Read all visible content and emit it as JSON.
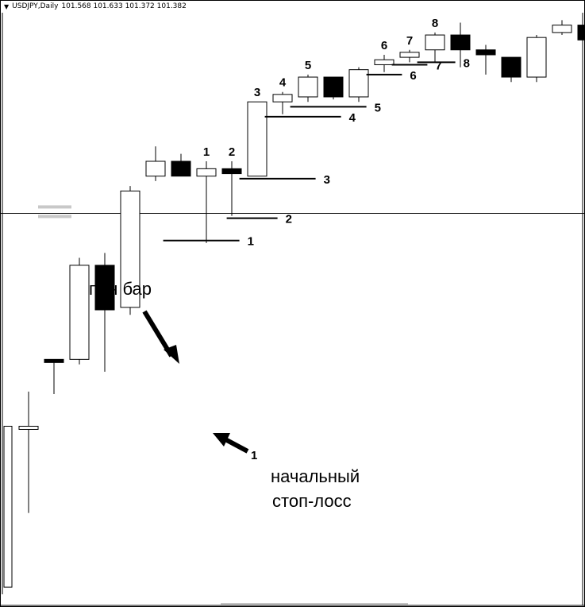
{
  "header": {
    "dropdown_icon": "triangle-down-icon",
    "symbol": "USDJPY,Daily",
    "ohlc": "101.568 101.633 101.372 101.382"
  },
  "chart_data": {
    "type": "candlestick",
    "symbol": "USDJPY",
    "timeframe": "Daily",
    "colors": {
      "bull_body": "#ffffff",
      "bear_body": "#000000",
      "wick": "#000000",
      "grid": "#000000",
      "highlight": "#c8c8c8"
    },
    "candles": [
      {
        "o": 100.6,
        "h": 100.74,
        "l": 100.25,
        "c": 100.6,
        "bull": true
      },
      {
        "o": 100.87,
        "h": 100.87,
        "l": 100.73,
        "c": 100.86,
        "bull": false
      },
      {
        "o": 100.87,
        "h": 101.28,
        "l": 100.85,
        "c": 101.25,
        "bull": true
      },
      {
        "o": 101.25,
        "h": 101.3,
        "l": 100.82,
        "c": 101.07,
        "bull": false
      },
      {
        "o": 101.08,
        "h": 101.57,
        "l": 101.05,
        "c": 101.55,
        "bull": true
      },
      {
        "o": 101.61,
        "h": 101.73,
        "l": 101.59,
        "c": 101.67,
        "bull": true
      },
      {
        "o": 101.67,
        "h": 101.7,
        "l": 101.61,
        "c": 101.61,
        "bull": false
      },
      {
        "o": 101.61,
        "h": 101.67,
        "l": 101.34,
        "c": 101.64,
        "bull": true,
        "label": "1"
      },
      {
        "o": 101.64,
        "h": 101.67,
        "l": 101.45,
        "c": 101.62,
        "bull": false,
        "label": "2"
      },
      {
        "o": 101.61,
        "h": 101.91,
        "l": 101.61,
        "c": 101.91,
        "bull": true,
        "label": "3"
      },
      {
        "o": 101.91,
        "h": 101.95,
        "l": 101.86,
        "c": 101.94,
        "bull": true,
        "label": "4"
      },
      {
        "o": 101.93,
        "h": 102.02,
        "l": 101.91,
        "c": 102.01,
        "bull": true,
        "label": "5"
      },
      {
        "o": 102.01,
        "h": 102.01,
        "l": 101.92,
        "c": 101.93,
        "bull": false
      },
      {
        "o": 101.93,
        "h": 102.05,
        "l": 101.91,
        "c": 102.04,
        "bull": true
      },
      {
        "o": 102.06,
        "h": 102.1,
        "l": 102.03,
        "c": 102.08,
        "bull": true,
        "label": "6"
      },
      {
        "o": 102.09,
        "h": 102.12,
        "l": 102.07,
        "c": 102.11,
        "bull": true,
        "label": "7"
      },
      {
        "o": 102.12,
        "h": 102.19,
        "l": 102.07,
        "c": 102.18,
        "bull": true,
        "label": "8"
      },
      {
        "o": 102.18,
        "h": 102.23,
        "l": 102.05,
        "c": 102.12,
        "bull": false
      },
      {
        "o": 102.12,
        "h": 102.14,
        "l": 102.02,
        "c": 102.1,
        "bull": false
      },
      {
        "o": 102.09,
        "h": 102.09,
        "l": 101.99,
        "c": 102.01,
        "bull": false
      },
      {
        "o": 102.01,
        "h": 102.18,
        "l": 101.99,
        "c": 102.17,
        "bull": true
      },
      {
        "o": 102.19,
        "h": 102.24,
        "l": 102.18,
        "c": 102.22,
        "bull": true
      },
      {
        "o": 102.22,
        "h": 102.23,
        "l": 102.15,
        "c": 102.16,
        "bull": false
      }
    ],
    "stop_levels": [
      {
        "label": "1",
        "price": 101.35,
        "from": 5.3,
        "to": 8.3
      },
      {
        "label": "2",
        "price": 101.44,
        "from": 7.8,
        "to": 9.8
      },
      {
        "label": "3",
        "price": 101.6,
        "from": 8.3,
        "to": 11.3
      },
      {
        "label": "4",
        "price": 101.85,
        "from": 9.3,
        "to": 12.3
      },
      {
        "label": "5",
        "price": 101.89,
        "from": 10.3,
        "to": 13.3
      },
      {
        "label": "6",
        "price": 102.02,
        "from": 13.3,
        "to": 14.7
      },
      {
        "label": "7",
        "price": 102.06,
        "from": 14.3,
        "to": 15.7
      },
      {
        "label": "8",
        "price": 102.07,
        "from": 15.3,
        "to": 16.8
      }
    ],
    "horizontal_line": 101.46,
    "highlight_level": 101.46,
    "ylim": [
      99.87,
      102.27
    ],
    "annotations": {
      "pin_bar": "пин бар",
      "initial_stop": [
        "начальный",
        "стоп-лосс"
      ],
      "arrow_pin_label": "1"
    },
    "grid": false
  }
}
